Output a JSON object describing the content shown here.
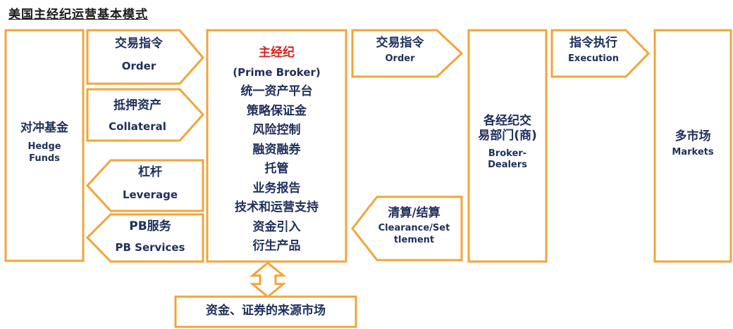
{
  "title": "美国主经纪运营基本模式",
  "colors": {
    "border": "#f2a43a",
    "text": "#1f2f5c",
    "accent": "#d9221b"
  },
  "hedge_funds": {
    "zh": "对冲基金",
    "en_line1": "Hedge",
    "en_line2": "Funds"
  },
  "arrows_left": {
    "order": {
      "zh": "交易指令",
      "en": "Order"
    },
    "collateral": {
      "zh": "抵押资产",
      "en": "Collateral"
    },
    "leverage": {
      "zh": "杠杆",
      "en": "Leverage"
    },
    "pb_services": {
      "zh": "PB服务",
      "en": "PB Services"
    }
  },
  "prime_broker": {
    "zh": "主经纪",
    "en": "(Prime Broker)",
    "services": [
      "统一资产平台",
      "策略保证金",
      "风险控制",
      "融资融券",
      "托管",
      "业务报告",
      "技术和运营支持",
      "资金引入",
      "衍生产品"
    ]
  },
  "arrows_mid": {
    "order": {
      "zh": "交易指令",
      "en": "Order"
    },
    "clearance": {
      "zh": "清算/结算",
      "en_line1": "Clearance/Set",
      "en_line2": "tlement"
    }
  },
  "broker_dealers": {
    "zh_line1": "各经纪交",
    "zh_line2": "易部门(商)",
    "en_line1": "Broker-",
    "en_line2": "Dealers"
  },
  "execution": {
    "zh": "指令执行",
    "en": "Execution"
  },
  "markets": {
    "zh": "多市场",
    "en": "Markets"
  },
  "source_market": "资金、证券的来源市场"
}
